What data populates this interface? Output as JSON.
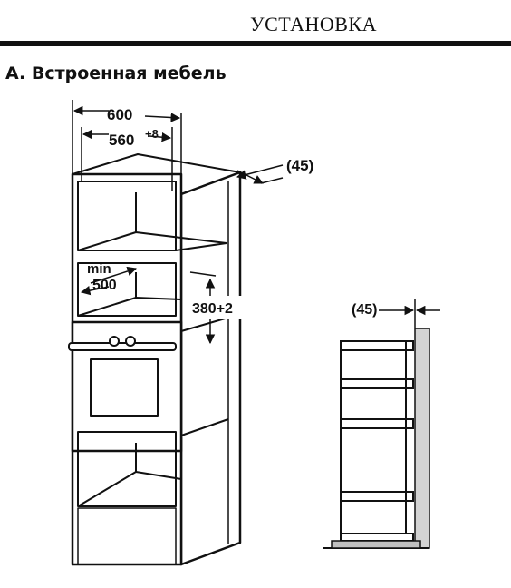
{
  "header": {
    "title": "УСТАНОВКА"
  },
  "section": {
    "heading": "A. Встроенная мебель"
  },
  "cabinet_diagram": {
    "width_label": "600",
    "inner_width_label": "560",
    "inner_width_tolerance": "+8",
    "depth_gap_label": "(45)",
    "min_label": "min",
    "min_depth_label": "500",
    "niche_height_label": "380+2"
  },
  "side_diagram": {
    "gap_label": "(45)"
  }
}
